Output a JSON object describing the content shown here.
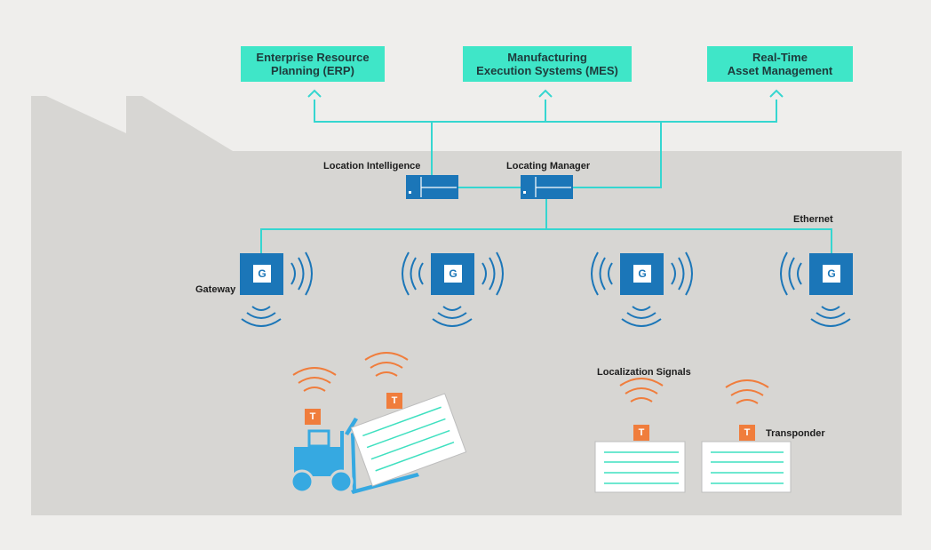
{
  "systems": [
    {
      "line1": "Enterprise Resource",
      "line2": "Planning (ERP)"
    },
    {
      "line1": "Manufacturing",
      "line2": "Execution Systems (MES)"
    },
    {
      "line1": "Real-Time",
      "line2": "Asset Management"
    }
  ],
  "labels": {
    "location_intelligence": "Location Intelligence",
    "locating_manager": "Locating Manager",
    "ethernet": "Ethernet",
    "gateway": "Gateway",
    "localization_signals": "Localization Signals",
    "transponder": "Transponder"
  },
  "gateway_letter": "G",
  "transponder_letter": "T",
  "colors": {
    "background": "#efeeec",
    "factory": "#d7d6d3",
    "system_box": "#3fe6c8",
    "network_line": "#35d6d0",
    "gateway": "#1b76b8",
    "transponder": "#f07d3c",
    "forklift": "#36a9e1",
    "pallet_line": "#3fe0c0"
  },
  "icons": [
    "gateway-icon",
    "server-icon",
    "forklift-icon",
    "pallet-icon",
    "transponder-tag-icon",
    "wireless-signal-icon"
  ]
}
